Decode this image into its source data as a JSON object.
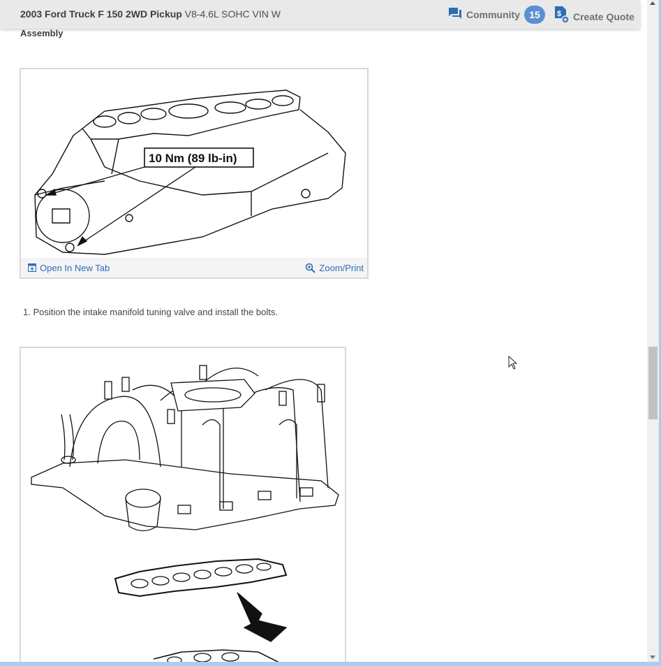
{
  "header": {
    "vehicle": "2003 Ford Truck F 150 2WD Pickup",
    "engine": "V8-4.6L SOHC VIN W",
    "community_label": "Community",
    "community_count": "15",
    "create_quote_label": "Create Quote",
    "icons": {
      "community": "chat-bubbles-icon",
      "quote": "dollar-document-plus-icon"
    }
  },
  "content": {
    "section_label": "Assembly",
    "figures": [
      {
        "callout": "10 Nm (89 lb-in)",
        "open_tab_label": "Open In New Tab",
        "zoom_label": "Zoom/Print"
      },
      {
        "callout": ""
      }
    ],
    "steps": [
      "1. Position the intake manifold tuning valve and install the bolts."
    ]
  },
  "colors": {
    "accent": "#2f6db5",
    "badge": "#5b8fd0",
    "header_bg": "#e9e9ea"
  }
}
